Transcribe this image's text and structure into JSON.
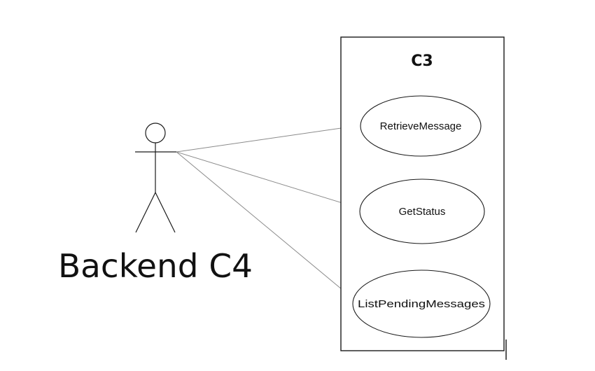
{
  "diagram": {
    "system": {
      "title": "C3"
    },
    "actor": {
      "name": "Backend C4"
    },
    "use_cases": [
      {
        "label": "RetrieveMessage"
      },
      {
        "label": "GetStatus"
      },
      {
        "label": "ListPendingMessages"
      }
    ]
  },
  "colors": {
    "stroke": "#1a1a1a",
    "association_line": "#8a8a8a",
    "background": "#ffffff"
  }
}
